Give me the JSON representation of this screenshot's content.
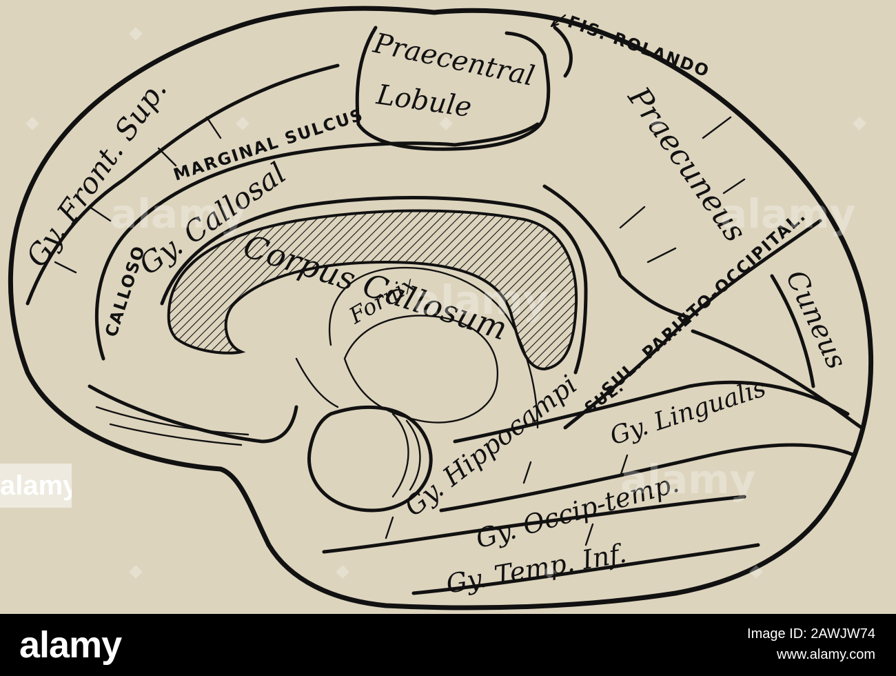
{
  "diagram": {
    "labels": {
      "fis_rolando": "FIS. ROLANDO",
      "praecentral": "Praecentral",
      "lobule": "Lobule",
      "gy_front_sup": "Gy. Front. Sup.",
      "praecuneus": "Praecuneus",
      "marginal_sulcus": "MARGINAL SULCUS",
      "calloso": "CALLOSO",
      "gy_callosal": "Gy. Callosal",
      "corpus_callosum": "Corpus Callosum",
      "fornix": "Fornix",
      "sul_parieto_occipital": "SUL. PARIETO-OCCIPITAL.",
      "cuneus": "Cuneus",
      "sul": "SUL.",
      "gy_lingualis": "Gy. Lingualis",
      "gy_hippocampi": "Gy. Hippocampi",
      "gy_occip_temp": "Gy. Occip-temp.",
      "gy_temp_inf": "Gy. Temp. Inf."
    }
  },
  "watermark": {
    "text": "alamy"
  },
  "footer": {
    "logo": "alamy",
    "image_id": "Image ID: 2AWJW74",
    "url": "www.alamy.com"
  },
  "colors": {
    "paper": "#ddd4be",
    "ink": "#111111",
    "footer": "#000000"
  }
}
